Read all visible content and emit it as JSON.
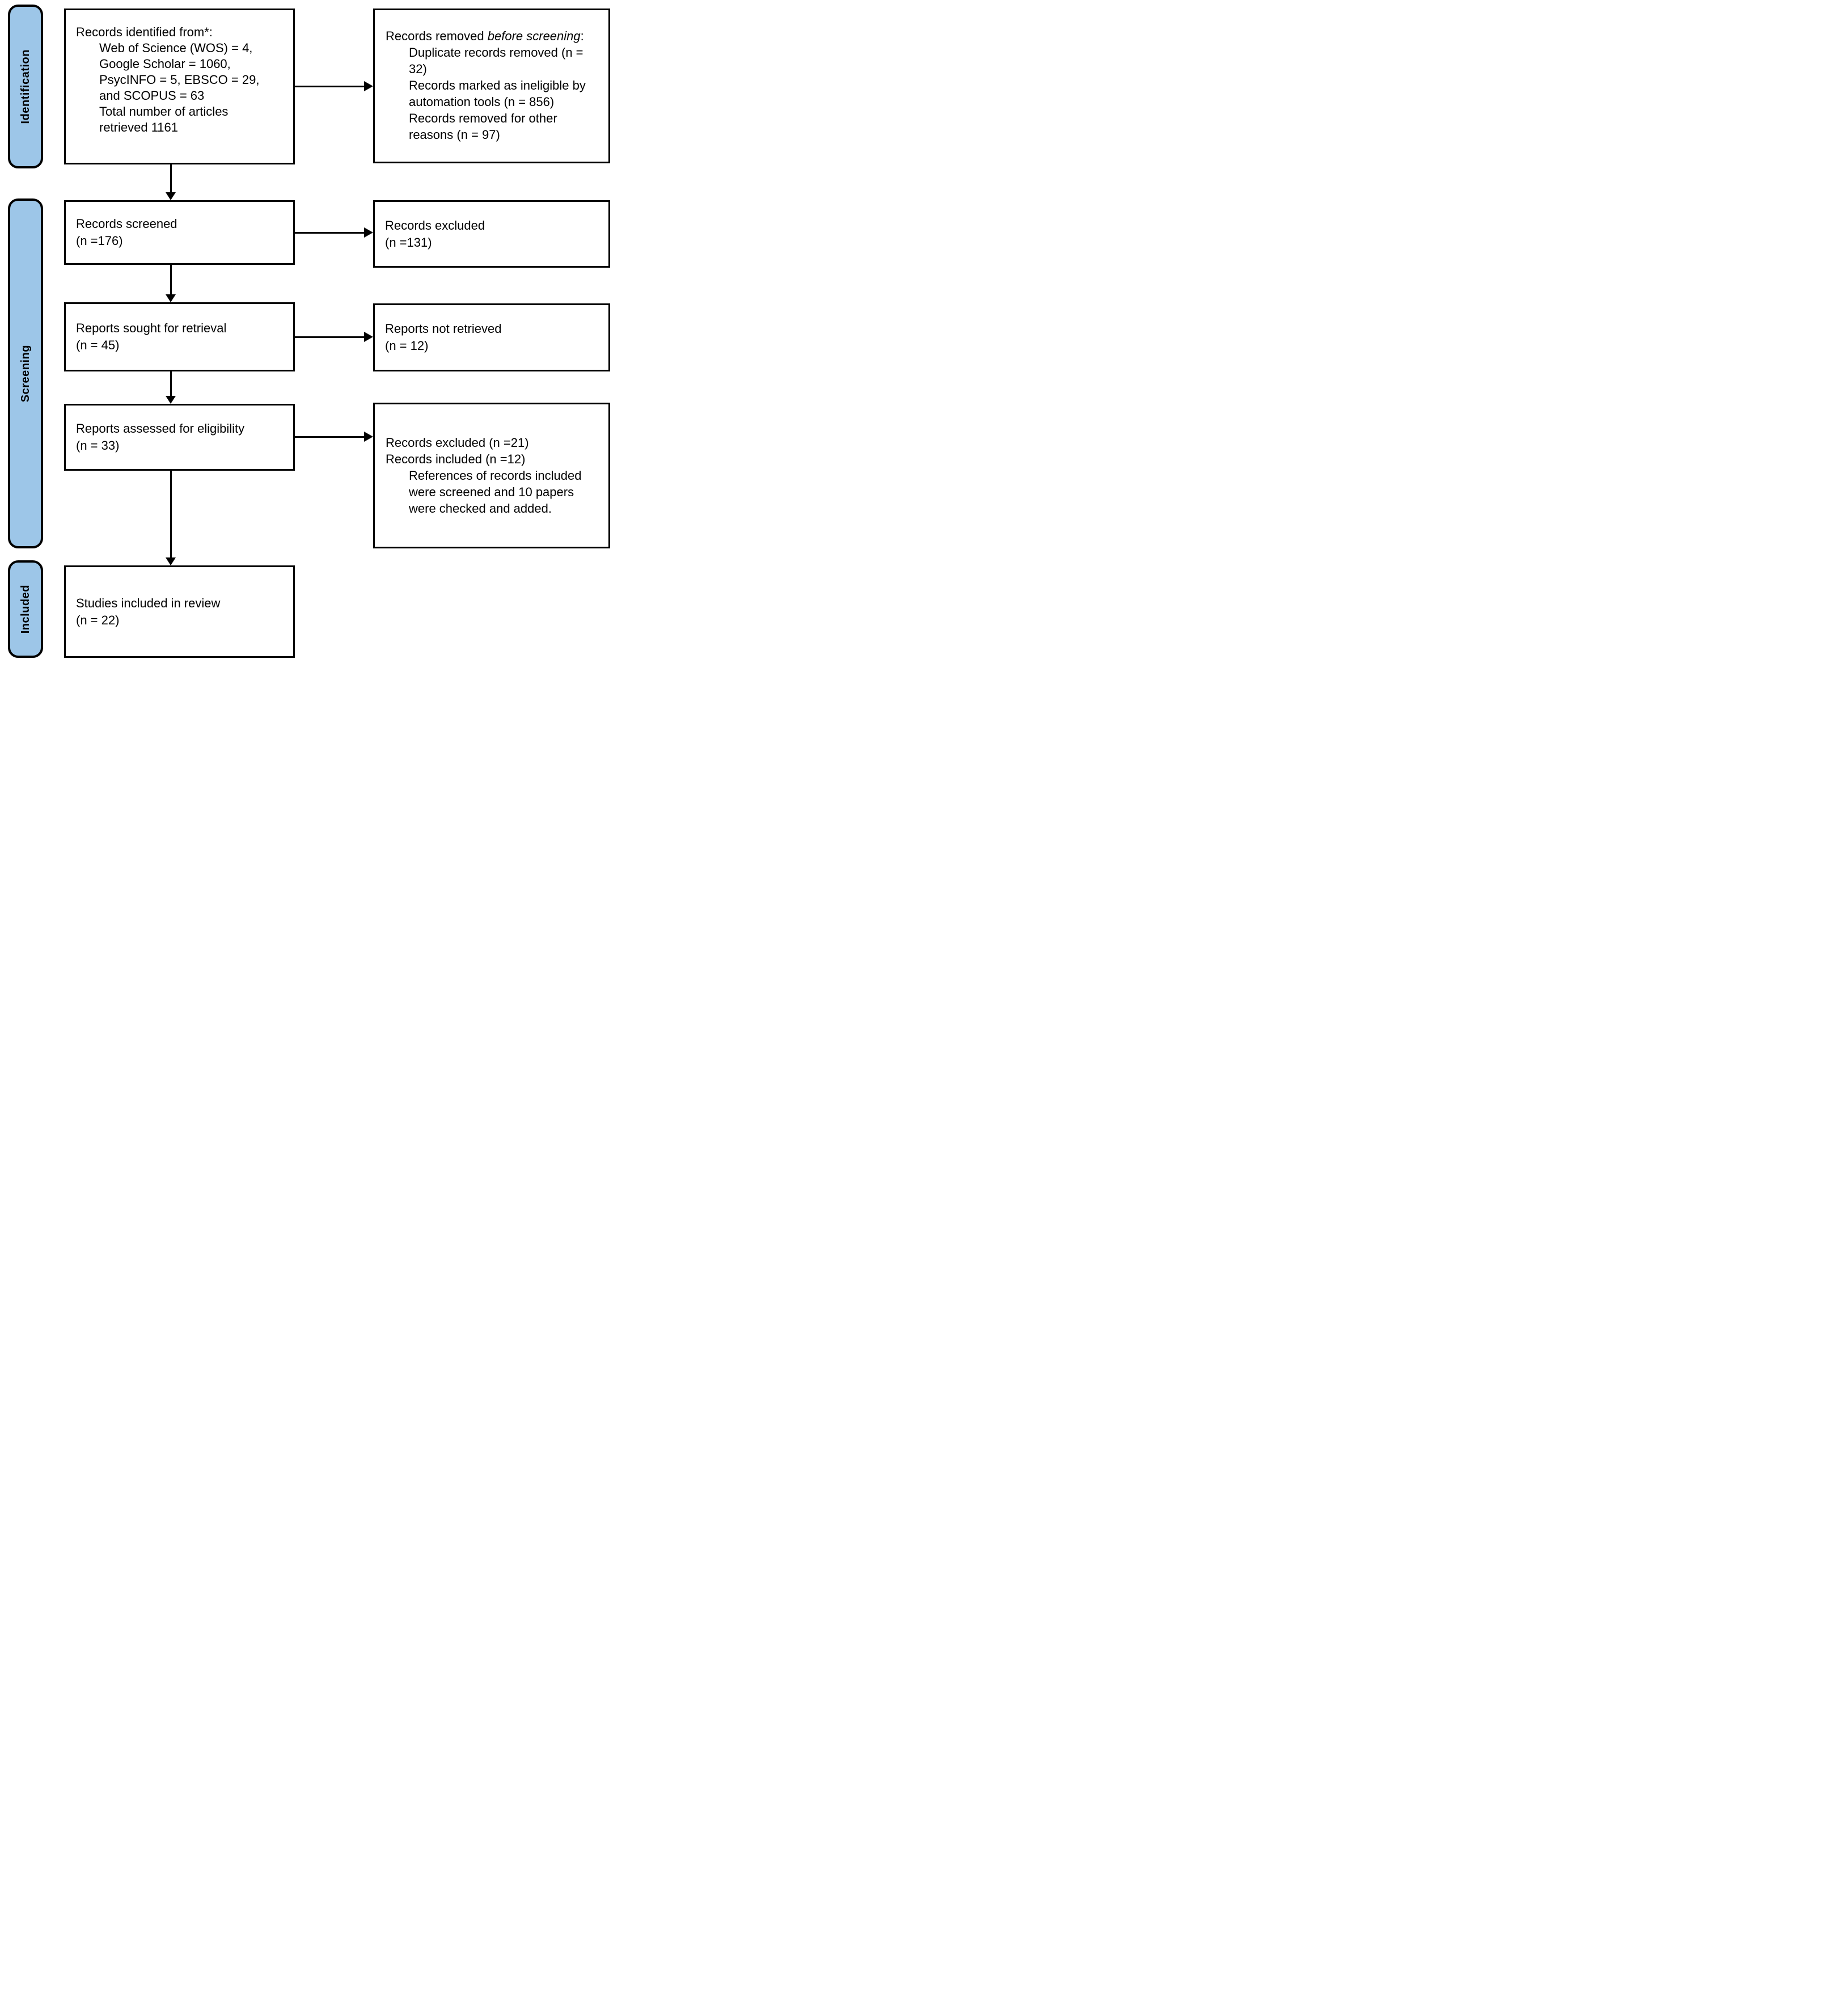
{
  "colors": {
    "sidebar_fill": "#9DC6E8",
    "border": "#000000",
    "box_fill": "#FFFFFF",
    "text": "#000000"
  },
  "sidebar": {
    "items": [
      {
        "id": "identification",
        "label": "Identification"
      },
      {
        "id": "screening",
        "label": "Screening"
      },
      {
        "id": "included",
        "label": "Included"
      }
    ]
  },
  "boxes": {
    "records_identified": {
      "title": "Records identified from*:",
      "lines": [
        "Web of Science (WOS) = 4,",
        "Google Scholar = 1060,",
        "PsycINFO = 5, EBSCO = 29,",
        "and SCOPUS = 63",
        "Total number of articles",
        "retrieved 1161"
      ]
    },
    "records_removed": {
      "title_pre": "Records removed ",
      "title_italic": "before screening",
      "title_post": ":",
      "items": [
        "Duplicate records removed (n = 32)",
        "Records marked as ineligible by automation tools (n = 856)",
        "Records removed for other reasons (n = 97)"
      ]
    },
    "records_screened": {
      "label": "Records screened",
      "n": "(n =176)"
    },
    "records_excluded": {
      "label": "Records excluded",
      "n": "(n =131)"
    },
    "reports_sought": {
      "label": "Reports sought for retrieval",
      "n": "(n = 45)"
    },
    "reports_not_retrieved": {
      "label": "Reports not retrieved",
      "n": "(n = 12)"
    },
    "reports_assessed": {
      "label": "Reports assessed for eligibility",
      "n": "(n = 33)"
    },
    "records_excluded_included": {
      "line1": "Records excluded (n =21)",
      "line2": "Records included (n =12)",
      "note": "References of records included were screened and 10 papers were checked and added."
    },
    "studies_included": {
      "label": "Studies included in review",
      "n": "(n = 22)"
    }
  }
}
